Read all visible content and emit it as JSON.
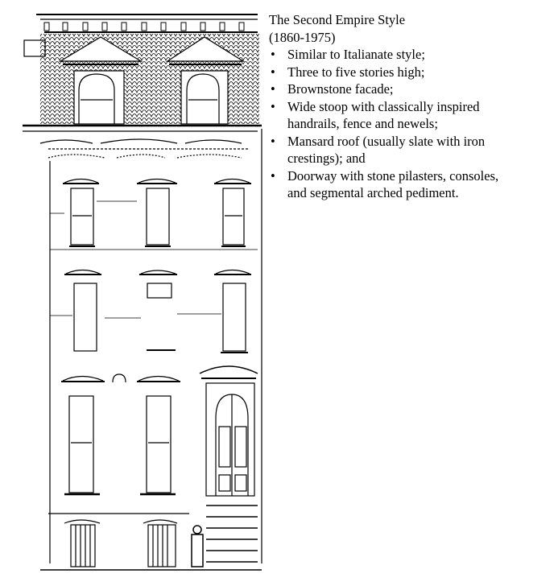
{
  "figure": {
    "description": "Line drawing elevation of a Second Empire style rowhouse with slate-shingled mansard roof, dormers, bracketed cornice, hooded windows, arched doorway and stoop",
    "icon": "building-elevation-drawing"
  },
  "text": {
    "title": "The Second Empire Style",
    "dates": "(1860-1975)",
    "bullet_glyph": "•",
    "features": [
      {
        "line1": "Similar to Italianate style;",
        "line2": ""
      },
      {
        "line1": "Three to five stories high;",
        "line2": ""
      },
      {
        "line1": "Brownstone facade;",
        "line2": ""
      },
      {
        "line1": "Wide stoop with classically inspired",
        "line2": "handrails, fence and newels;"
      },
      {
        "line1": "Mansard roof (usually slate with iron",
        "line2": "crestings); and"
      },
      {
        "line1": "Doorway with stone pilasters, consoles,",
        "line2": "and segmental arched pediment."
      }
    ]
  }
}
